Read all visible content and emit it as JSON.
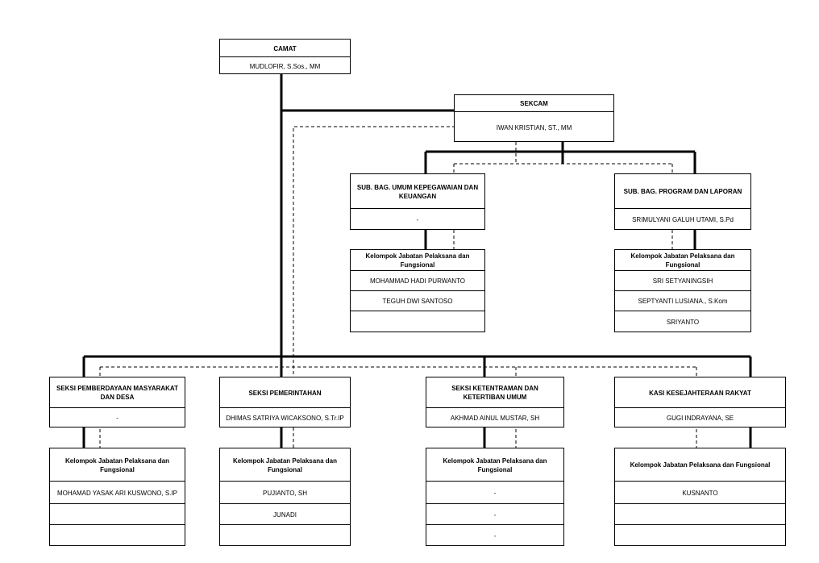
{
  "camat": {
    "title": "CAMAT",
    "name": "MUDLOFIR, S.Sos., MM"
  },
  "sekcam": {
    "title": "SEKCAM",
    "name": "IWAN KRISTIAN, ST., MM"
  },
  "subbag_umum": {
    "title": "SUB. BAG. UMUM KEPEGAWAIAN DAN KEUANGAN",
    "head": "-",
    "group_title": "Kelompok Jabatan Pelaksana dan Fungsional",
    "members": [
      "MOHAMMAD HADI PURWANTO",
      "TEGUH DWI SANTOSO",
      ""
    ]
  },
  "subbag_program": {
    "title": "SUB. BAG. PROGRAM DAN LAPORAN",
    "head": "SRIMULYANI GALUH UTAMI, S.Pd",
    "group_title": "Kelompok Jabatan Pelaksana dan Fungsional",
    "members": [
      "SRI SETYANINGSIH",
      "SEPTYANTI LUSIANA., S.Kom",
      "SRIYANTO"
    ]
  },
  "seksi_pemberdayaan": {
    "title": "SEKSI PEMBERDAYAAN MASYARAKAT DAN DESA",
    "head": "-",
    "group_title": "Kelompok Jabatan Pelaksana dan Fungsional",
    "members": [
      "MOHAMAD YASAK ARI KUSWONO, S.IP",
      "",
      ""
    ]
  },
  "seksi_pemerintahan": {
    "title": "SEKSI PEMERINTAHAN",
    "head": "DHIMAS SATRIYA WICAKSONO, S.Tr.IP",
    "group_title": "Kelompok Jabatan Pelaksana dan Fungsional",
    "members": [
      "PUJIANTO, SH",
      "JUNADI",
      ""
    ]
  },
  "seksi_ketentraman": {
    "title": "SEKSI KETENTRAMAN DAN KETERTIBAN UMUM",
    "head": "AKHMAD AINUL MUSTAR, SH",
    "group_title": "Kelompok Jabatan Pelaksana dan Fungsional",
    "members": [
      "-",
      "-",
      "-"
    ]
  },
  "kasi_kesejahteraan": {
    "title": "KASI KESEJAHTERAAN RAKYAT",
    "head": "GUGI INDRAYANA, SE",
    "group_title": "Kelompok Jabatan Pelaksana dan Fungsional",
    "members": [
      "KUSNANTO",
      "",
      ""
    ]
  }
}
